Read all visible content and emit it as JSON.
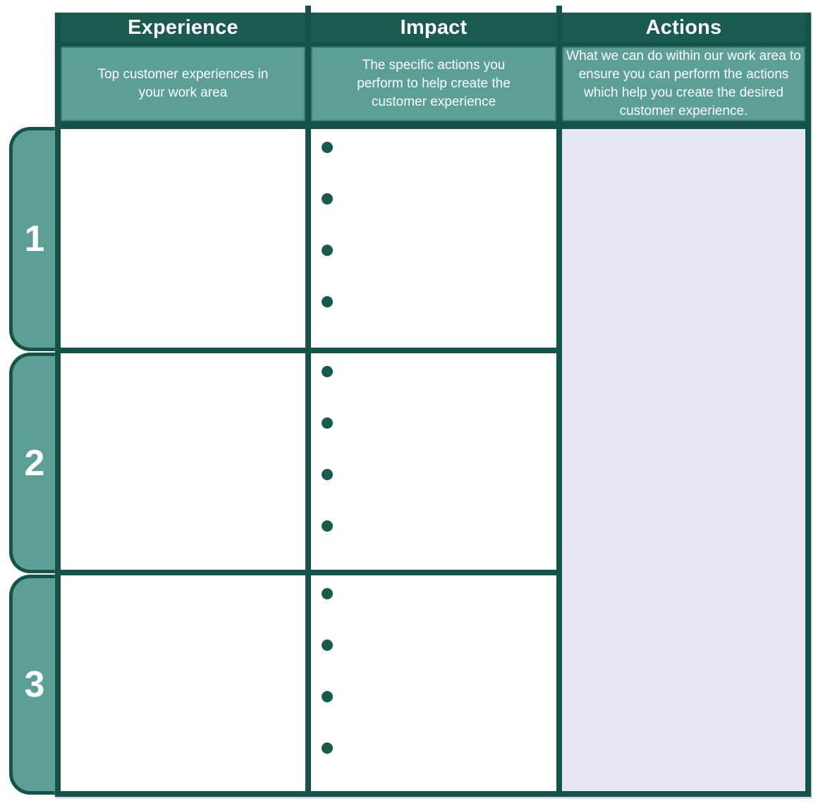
{
  "worksheet": {
    "columns": [
      {
        "id": "experience",
        "label": "Experience",
        "description": "Top customer experiences in your work area"
      },
      {
        "id": "impact",
        "label": "Impact",
        "description": "The specific actions you perform to help create the customer experience"
      },
      {
        "id": "actions",
        "label": "Actions",
        "description": "What we can do within our work area to ensure you can perform the actions which help you create the desired customer experience."
      }
    ],
    "rows": [
      {
        "number": "1",
        "impact_bullet_count": 4
      },
      {
        "number": "2",
        "impact_bullet_count": 4
      },
      {
        "number": "3",
        "impact_bullet_count": 4
      }
    ],
    "actions_column_merged": true,
    "colors": {
      "header_bg": "#1b5b4f",
      "border": "#14534a",
      "subheader_bg": "#5ca095",
      "subheader_border": "#3f7d71",
      "tab_bg": "#5ca095",
      "actions_bg": "#e6e6f0",
      "bullet": "#175a4e",
      "text": "#ffffff"
    }
  }
}
